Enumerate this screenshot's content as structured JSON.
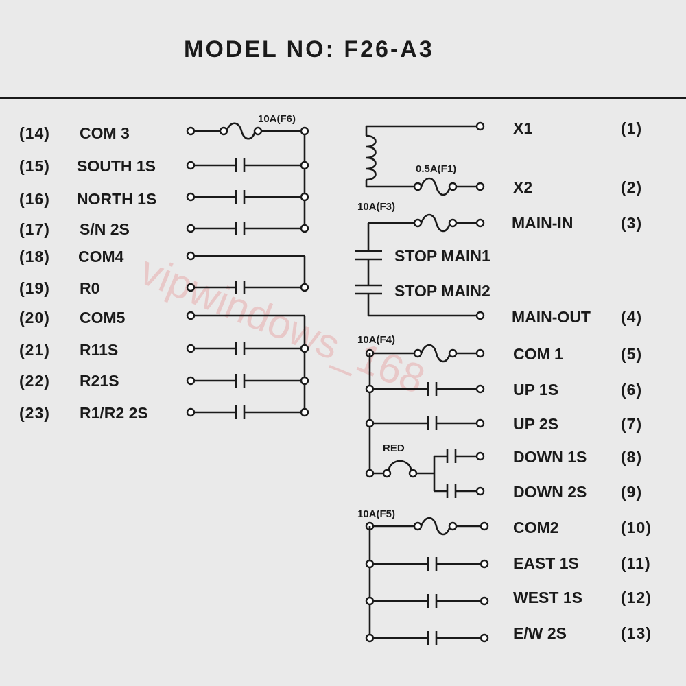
{
  "title": "MODEL NO: F26-A3",
  "watermark": "vipwindows_168",
  "left_terminals": [
    {
      "pin": "(14)",
      "name": "COM 3"
    },
    {
      "pin": "(15)",
      "name": "SOUTH 1S"
    },
    {
      "pin": "(16)",
      "name": "NORTH 1S"
    },
    {
      "pin": "(17)",
      "name": "S/N 2S"
    },
    {
      "pin": "(18)",
      "name": "COM4"
    },
    {
      "pin": "(19)",
      "name": "R0"
    },
    {
      "pin": "(20)",
      "name": "COM5"
    },
    {
      "pin": "(21)",
      "name": "R11S"
    },
    {
      "pin": "(22)",
      "name": "R21S"
    },
    {
      "pin": "(23)",
      "name": "R1/R2 2S"
    }
  ],
  "right_terminals": [
    {
      "pin": "(1)",
      "name": "X1"
    },
    {
      "pin": "(2)",
      "name": "X2"
    },
    {
      "pin": "(3)",
      "name": "MAIN-IN"
    },
    {
      "pin": "(4)",
      "name": "MAIN-OUT"
    },
    {
      "pin": "(5)",
      "name": "COM 1"
    },
    {
      "pin": "(6)",
      "name": "UP 1S"
    },
    {
      "pin": "(7)",
      "name": "UP 2S"
    },
    {
      "pin": "(8)",
      "name": "DOWN 1S"
    },
    {
      "pin": "(9)",
      "name": "DOWN 2S"
    },
    {
      "pin": "(10)",
      "name": "COM2"
    },
    {
      "pin": "(11)",
      "name": "EAST 1S"
    },
    {
      "pin": "(12)",
      "name": "WEST 1S"
    },
    {
      "pin": "(13)",
      "name": "E/W 2S"
    }
  ],
  "fuses": {
    "f6": "10A(F6)",
    "f1": "0.5A(F1)",
    "f3": "10A(F3)",
    "f4": "10A(F4)",
    "f5": "10A(F5)"
  },
  "stop_labels": [
    "STOP MAIN1",
    "STOP MAIN2"
  ],
  "red_label": "RED"
}
